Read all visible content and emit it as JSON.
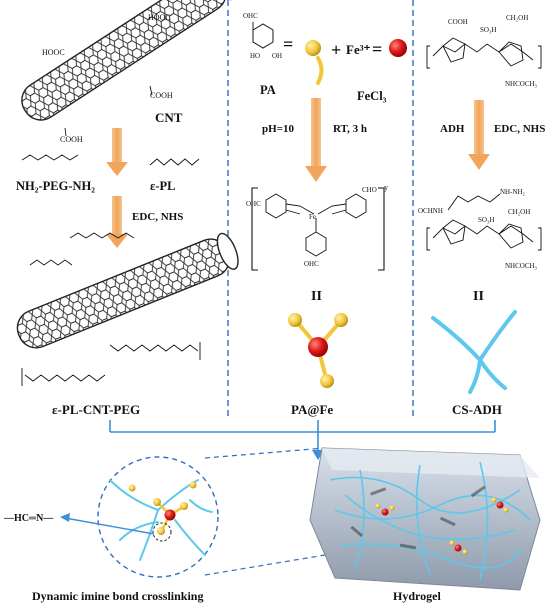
{
  "colors": {
    "accent_blue": "#3a8fd6",
    "dash_blue": "#2f6fc0",
    "arrow_orange": "#f2a45b",
    "fe_red": "#e21b1b",
    "pa_yellow": "#f3c63a",
    "chain_cyan": "#5cc8ec",
    "cnt_gray": "#2b2b2b"
  },
  "left_panel": {
    "cnt_label": "CNT",
    "cooh_1": "HOOC",
    "cooh_2": "HOOC",
    "cooh_3": "COOH",
    "cooh_4": "COOH",
    "peg_label": "NH₂-PEG-NH₂",
    "epl_label": "ε-PL",
    "step_reagent": "EDC, NHS",
    "product_label": "ε-PL-CNT-PEG"
  },
  "middle_panel": {
    "pa_label": "PA",
    "fe_ion": "Fe³⁺",
    "fecl3_label": "FeCl₃",
    "equals_1": "=",
    "equals_2": "=",
    "plus": "+",
    "ph_condition": "pH=10",
    "rt_condition": "RT, 3 h",
    "cho_1": "CHO",
    "cho_2": "OHC",
    "cho_3": "OHC",
    "fe_center": "Fe",
    "superscript_y": "y",
    "double_bar": "II",
    "product_label": "PA@Fe"
  },
  "right_panel": {
    "adh_label": "ADH",
    "reagent": "EDC, NHS",
    "double_bar": "II",
    "product_label": "CS-ADH",
    "cooh": "COOH",
    "so3h": "SO₃H",
    "ch2oh": "CH₂OH",
    "nhcoch3": "NHCOCH₃",
    "ocnh": "OCHNH",
    "nhnh2": "NH-NH₂"
  },
  "bottom": {
    "imine_formula": "—HC═N—",
    "crosslink_label": "Dynamic imine bond crosslinking",
    "hydrogel_label": "Hydrogel"
  }
}
